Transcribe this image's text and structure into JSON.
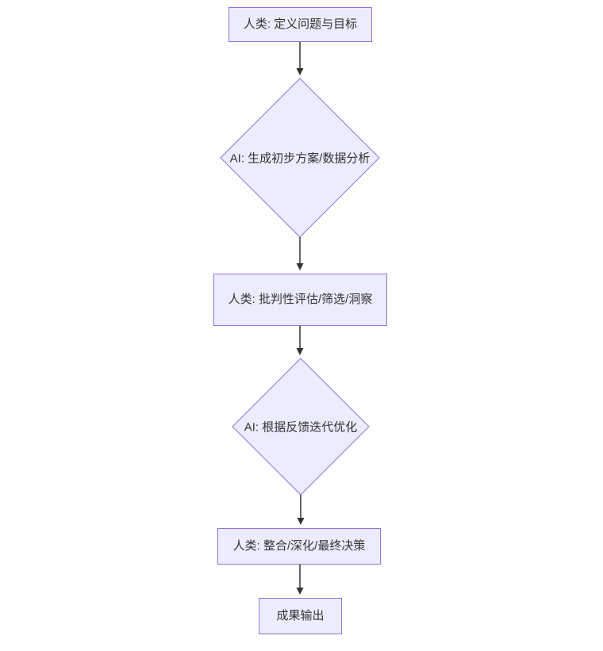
{
  "diagram": {
    "type": "flowchart",
    "direction": "top-down",
    "colors": {
      "node_fill": "#ECECFF",
      "node_border": "#9370DB",
      "text": "#333333",
      "arrow": "#333333",
      "background": "#ffffff"
    },
    "nodes": [
      {
        "id": "A",
        "shape": "rect",
        "label": "人类: 定义问题与目标"
      },
      {
        "id": "B",
        "shape": "diamond",
        "label": "AI: 生成初步方案/数据分析"
      },
      {
        "id": "C",
        "shape": "rect",
        "label": "人类: 批判性评估/筛选/洞察"
      },
      {
        "id": "D",
        "shape": "diamond",
        "label": "AI: 根据反馈迭代优化"
      },
      {
        "id": "E",
        "shape": "rect",
        "label": "人类: 整合/深化/最终决策"
      },
      {
        "id": "F",
        "shape": "rect",
        "label": "成果输出"
      }
    ],
    "edges": [
      {
        "from": "A",
        "to": "B"
      },
      {
        "from": "B",
        "to": "C"
      },
      {
        "from": "C",
        "to": "D"
      },
      {
        "from": "D",
        "to": "E"
      },
      {
        "from": "E",
        "to": "F"
      }
    ]
  }
}
